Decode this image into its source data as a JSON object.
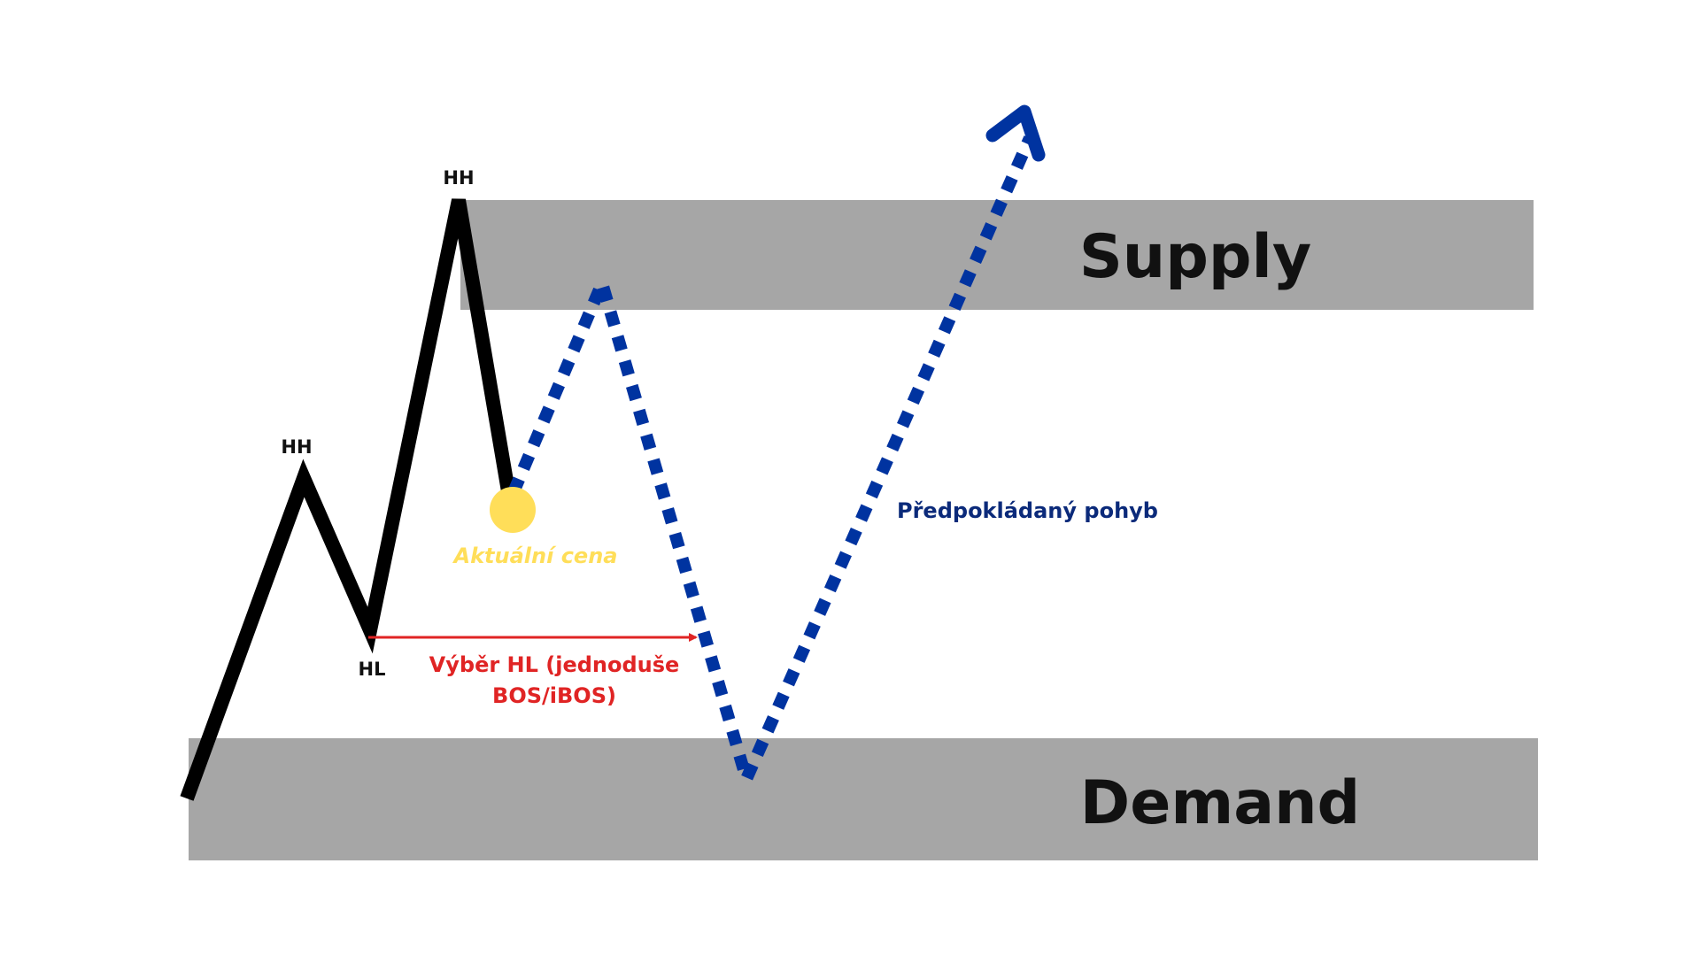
{
  "zones": {
    "supply": {
      "label": "Supply",
      "color": "#a6a6a6"
    },
    "demand": {
      "label": "Demand",
      "color": "#a6a6a6"
    }
  },
  "price_path": {
    "color": "#000000",
    "swing_labels": {
      "hh_1": "HH",
      "hl": "HL",
      "hh_2": "HH"
    }
  },
  "current_price": {
    "label": "Aktuální cena",
    "color": "#ffde59"
  },
  "hl_selection": {
    "label_line1": "Výběr HL (jednoduše",
    "label_line2": "BOS/iBOS)",
    "color": "#e02424"
  },
  "projected_move": {
    "label": "Předpokládaný pohyb",
    "color": "#0033a0",
    "label_color": "#0b2a7a"
  }
}
